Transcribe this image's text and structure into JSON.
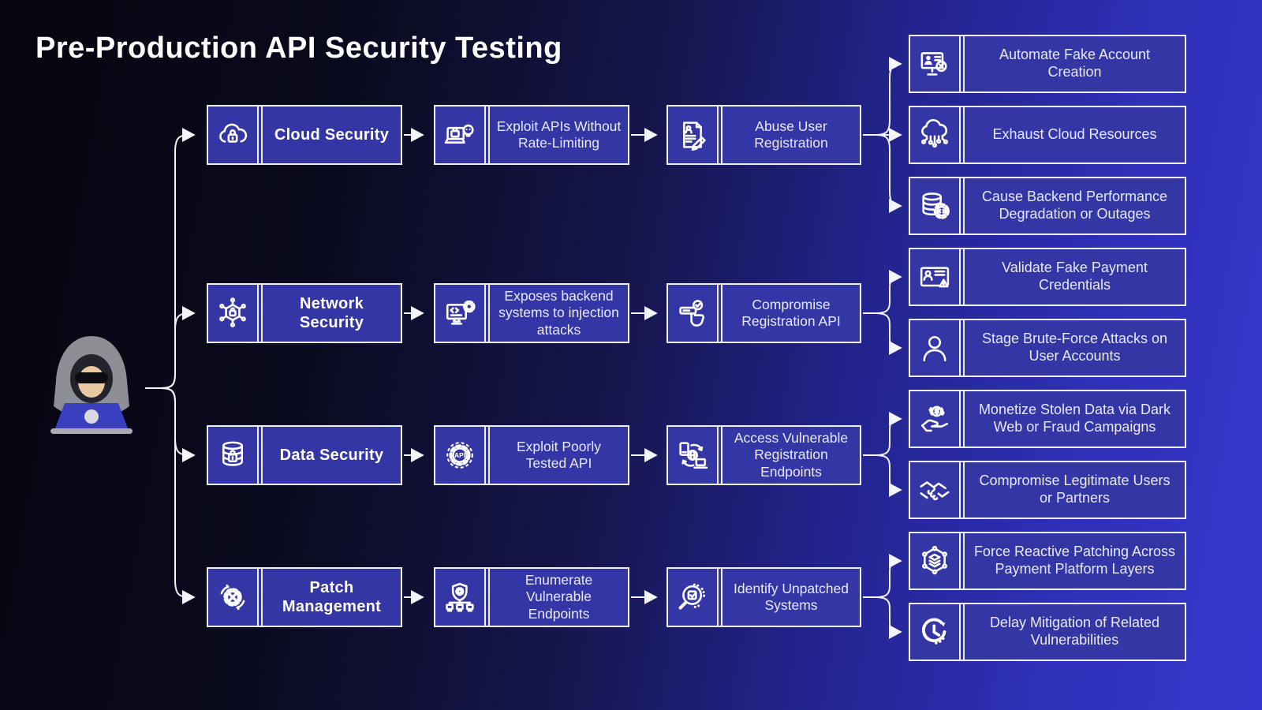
{
  "title": "Pre-Production API Security Testing",
  "colors": {
    "background_left": "#060610",
    "background_right": "#3538cd",
    "box_fill": "#3336a4",
    "box_border": "#eef0fa",
    "text": "#e8eafb",
    "title_text": "#ffffff",
    "connector": "#f4f5fb"
  },
  "figure": {
    "icon": "hacker-laptop-icon"
  },
  "rows": [
    {
      "category": {
        "label": "Cloud Security",
        "icon": "cloud-lock-icon"
      },
      "step1": {
        "label": "Exploit APIs Without Rate-Limiting",
        "icon": "laptop-skull-icon"
      },
      "step2": {
        "label": "Abuse User Registration",
        "icon": "registration-form-icon"
      },
      "outcomes": [
        {
          "label": "Automate Fake Account Creation",
          "icon": "monitor-user-x-icon"
        },
        {
          "label": "Exhaust Cloud Resources",
          "icon": "cloud-network-icon"
        },
        {
          "label": "Cause Backend Performance Degradation or Outages",
          "icon": "database-gear-icon"
        }
      ]
    },
    {
      "category": {
        "label": "Network Security",
        "icon": "network-lock-icon"
      },
      "step1": {
        "label": "Exposes backend systems to injection attacks",
        "icon": "monitor-code-gear-icon"
      },
      "step2": {
        "label": "Compromise Registration API",
        "icon": "hand-check-icon"
      },
      "outcomes": [
        {
          "label": "Validate Fake Payment Credentials",
          "icon": "id-card-warning-icon"
        },
        {
          "label": "Stage Brute-Force Attacks on User Accounts",
          "icon": "person-icon"
        }
      ]
    },
    {
      "category": {
        "label": "Data Security",
        "icon": "database-lock-icon"
      },
      "step1": {
        "label": "Exploit Poorly Tested API",
        "icon": "api-gear-icon"
      },
      "step2": {
        "label": "Access Vulnerable Registration Endpoints",
        "icon": "devices-globe-sync-icon"
      },
      "outcomes": [
        {
          "label": "Monetize Stolen Data via Dark Web or Fraud Campaigns",
          "icon": "hand-dollar-icon"
        },
        {
          "label": "Compromise Legitimate Users or Partners",
          "icon": "handshake-icon"
        }
      ]
    },
    {
      "category": {
        "label": "Patch Management",
        "icon": "patch-cycle-icon"
      },
      "step1": {
        "label": "Enumerate Vulnerable Endpoints",
        "icon": "shield-gear-network-icon"
      },
      "step2": {
        "label": "Identify Unpatched Systems",
        "icon": "magnifier-check-icon"
      },
      "outcomes": [
        {
          "label": "Force Reactive Patching Across Payment Platform Layers",
          "icon": "hexagon-layers-icon"
        },
        {
          "label": "Delay Mitigation of Related Vulnerabilities",
          "icon": "clock-arrow-icon"
        }
      ]
    }
  ]
}
